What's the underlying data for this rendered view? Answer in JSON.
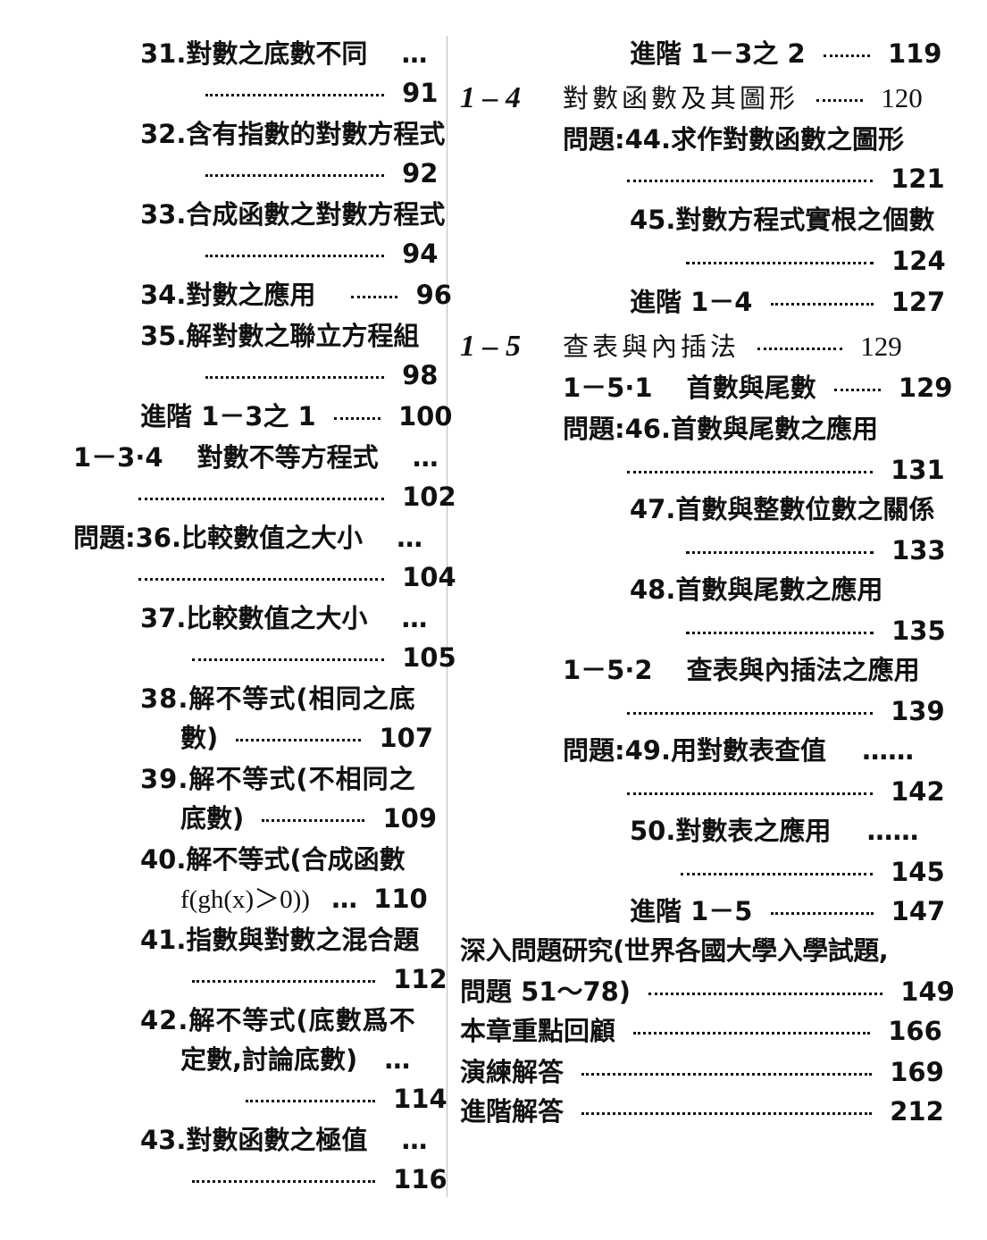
{
  "left": {
    "q31": {
      "text": "31.對數之底數不同",
      "dots": "…",
      "page": "91"
    },
    "q32": {
      "text": "32.含有指數的對數方程式",
      "page": "92"
    },
    "q33": {
      "text": "33.合成函數之對數方程式",
      "page": "94"
    },
    "q34": {
      "text": "34.對數之應用",
      "page": "96"
    },
    "q35": {
      "text": "35.解對數之聯立方程組",
      "page": "98"
    },
    "adv131": {
      "text": "進階 1－3之 1",
      "page": "100"
    },
    "s134": {
      "num": "1－3·4",
      "text": "對數不等方程式",
      "dots": "…",
      "page": "102"
    },
    "q36": {
      "prefix": "問題:",
      "text": "36.比較數值之大小",
      "dots": "…",
      "page": "104"
    },
    "q37": {
      "text": "37.比較數值之大小",
      "dots": "…",
      "page": "105"
    },
    "q38": {
      "text1": "38.解不等式(相同之底",
      "text2": "數)",
      "page": "107"
    },
    "q39": {
      "text1": "39.解不等式(不相同之",
      "text2": "底數)",
      "page": "109"
    },
    "q40": {
      "text1": "40.解不等式(合成函數",
      "text2": "f(gh(x)＞0))",
      "dots": "…",
      "page": "110"
    },
    "q41": {
      "text": "41.指數與對數之混合題",
      "page": "112"
    },
    "q42": {
      "text1": "42.解不等式(底數爲不",
      "text2": "定數,討論底數)",
      "dots": "…",
      "page": "114"
    },
    "q43": {
      "text": "43.對數函數之極值",
      "dots": "…",
      "page": "116"
    }
  },
  "right": {
    "adv132": {
      "text": "進階 1－3之 2",
      "page": "119"
    },
    "ch14": {
      "num": "1 – 4",
      "text": "對數函數及其圖形",
      "page": "120"
    },
    "q44": {
      "prefix": "問題:",
      "text": "44.求作對數函數之圖形",
      "page": "121"
    },
    "q45": {
      "text": "45.對數方程式實根之個數",
      "page": "124"
    },
    "adv14": {
      "text": "進階 1－4",
      "page": "127"
    },
    "ch15": {
      "num": "1 – 5",
      "text": "查表與內插法",
      "page": "129"
    },
    "s151": {
      "num": "1－5·1",
      "text": "首數與尾數",
      "page": "129"
    },
    "q46": {
      "prefix": "問題:",
      "text": "46.首數與尾數之應用",
      "page": "131"
    },
    "q47": {
      "text": "47.首數與整數位數之關係",
      "page": "133"
    },
    "q48": {
      "text": "48.首數與尾數之應用",
      "page": "135"
    },
    "s152": {
      "num": "1－5·2",
      "text": "查表與內插法之應用",
      "page": "139"
    },
    "q49": {
      "prefix": "問題:",
      "text": "49.用對數表查值",
      "dots": "……",
      "page": "142"
    },
    "q50": {
      "text": "50.對數表之應用",
      "dots": "……",
      "page": "145"
    },
    "adv15": {
      "text": "進階 1－5",
      "page": "147"
    },
    "deep": {
      "text1": "深入問題研究(世界各國大學入學試題,",
      "text2": "問題 51～78)",
      "page": "149"
    },
    "review": {
      "text": "本章重點回顧",
      "page": "166"
    },
    "exercise": {
      "text": "演練解答",
      "page": "169"
    },
    "advanswer": {
      "text": "進階解答",
      "page": "212"
    }
  }
}
